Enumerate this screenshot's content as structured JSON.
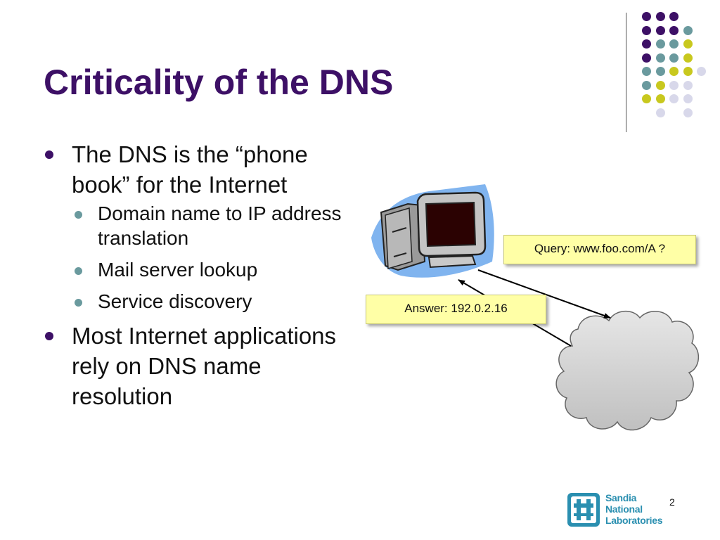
{
  "slide": {
    "title": "Criticality of the DNS",
    "page_number": "2"
  },
  "bullets": [
    {
      "text": "The DNS is the “phone book” for the Internet",
      "sub": [
        "Domain name to IP address translation",
        "Mail server lookup",
        "Service discovery"
      ]
    },
    {
      "text": "Most Internet applications rely on DNS name resolution",
      "sub": []
    }
  ],
  "diagram": {
    "query_label": "Query: www.foo.com/A ?",
    "answer_label": "Answer: 192.0.2.16",
    "client_icon": "computer-icon",
    "server_icon": "cloud-icon"
  },
  "logo": {
    "line1": "Sandia",
    "line2": "National",
    "line3": "Laboratories",
    "icon": "sandia-logo-icon"
  },
  "colors": {
    "title": "#3d1066",
    "purple": "#3d1066",
    "teal": "#6a9a9e",
    "yellow": "#c8c81e",
    "lavender": "#d8d8ea",
    "callout_fill": "#ffffa6",
    "logo_blue": "#2a8fb0"
  }
}
